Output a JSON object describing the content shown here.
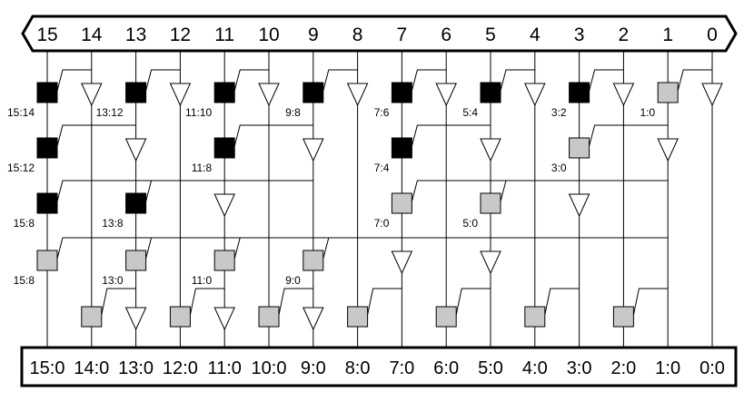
{
  "top_bits": [
    "15",
    "14",
    "13",
    "12",
    "11",
    "10",
    "9",
    "8",
    "7",
    "6",
    "5",
    "4",
    "3",
    "2",
    "1",
    "0"
  ],
  "bottom_outputs": [
    "15:0",
    "14:0",
    "13:0",
    "12:0",
    "11:0",
    "10:0",
    "9:0",
    "8:0",
    "7:0",
    "6:0",
    "5:0",
    "4:0",
    "3:0",
    "2:0",
    "1:0",
    "0:0"
  ],
  "colors": {
    "black_cell": "#000000",
    "gray_cell": "#c8c8c8",
    "line": "#000000"
  },
  "levels": [
    {
      "cells": [
        {
          "bit": 15,
          "type": "black",
          "label": "15:14"
        },
        {
          "bit": 13,
          "type": "black",
          "label": "13:12"
        },
        {
          "bit": 11,
          "type": "black",
          "label": "11:10"
        },
        {
          "bit": 9,
          "type": "black",
          "label": "9:8"
        },
        {
          "bit": 7,
          "type": "black",
          "label": "7:6"
        },
        {
          "bit": 5,
          "type": "black",
          "label": "5:4"
        },
        {
          "bit": 3,
          "type": "black",
          "label": "3:2"
        },
        {
          "bit": 1,
          "type": "gray",
          "label": "1:0"
        }
      ],
      "buffers": [
        14,
        12,
        10,
        8,
        6,
        4,
        2,
        0
      ]
    },
    {
      "cells": [
        {
          "bit": 15,
          "type": "black",
          "label": "15:12"
        },
        {
          "bit": 11,
          "type": "black",
          "label": "11:8"
        },
        {
          "bit": 7,
          "type": "black",
          "label": "7:4"
        },
        {
          "bit": 3,
          "type": "gray",
          "label": "3:0"
        }
      ],
      "buffers": [
        13,
        9,
        5,
        1
      ]
    },
    {
      "cells": [
        {
          "bit": 15,
          "type": "black",
          "label": "15:8"
        },
        {
          "bit": 13,
          "type": "black",
          "label": "13:8"
        },
        {
          "bit": 7,
          "type": "gray",
          "label": "7:0"
        },
        {
          "bit": 5,
          "type": "gray",
          "label": "5:0"
        }
      ],
      "buffers": [
        11,
        3
      ]
    },
    {
      "cells": [
        {
          "bit": 15,
          "type": "gray",
          "label": "15:8"
        },
        {
          "bit": 13,
          "type": "gray",
          "label": "13:0"
        },
        {
          "bit": 11,
          "type": "gray",
          "label": "11:0"
        },
        {
          "bit": 9,
          "type": "gray",
          "label": "9:0"
        }
      ],
      "buffers": [
        7,
        5
      ]
    },
    {
      "cells": [
        {
          "bit": 14,
          "type": "gray",
          "label": ""
        },
        {
          "bit": 12,
          "type": "gray",
          "label": ""
        },
        {
          "bit": 10,
          "type": "gray",
          "label": ""
        },
        {
          "bit": 8,
          "type": "gray",
          "label": ""
        },
        {
          "bit": 6,
          "type": "gray",
          "label": ""
        },
        {
          "bit": 4,
          "type": "gray",
          "label": ""
        },
        {
          "bit": 2,
          "type": "gray",
          "label": ""
        }
      ],
      "buffers": [
        13,
        11,
        9
      ]
    }
  ]
}
